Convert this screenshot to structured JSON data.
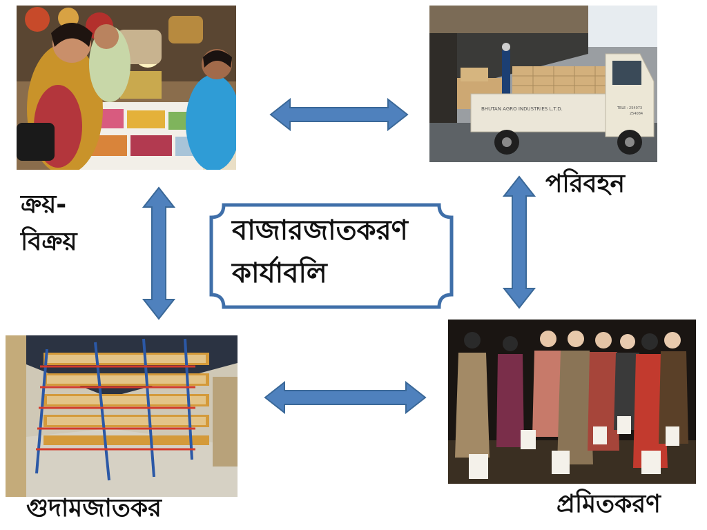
{
  "center": {
    "line1": "বাজারজাতকরণ",
    "line2": "কার্যাবলি"
  },
  "labels": {
    "buy_sell_line1": "ক্রয়-",
    "buy_sell_line2": "বিক্রয়",
    "transport": "পরিবহন",
    "warehousing": "গুদামজাতকর",
    "standardization": "প্রমিতকরণ"
  },
  "truck_text": {
    "door": "BHUTAN AGRO INDUSTRIES L.T.D.",
    "side1": "TELE : 254073",
    "side2": "254084"
  },
  "colors": {
    "arrow_fill": "#4f81bd",
    "arrow_stroke": "#3a6898",
    "frame_stroke": "#3f6fa9"
  },
  "icons": {
    "arrow_horizontal": "double-headed-arrow",
    "arrow_vertical": "double-headed-arrow"
  }
}
